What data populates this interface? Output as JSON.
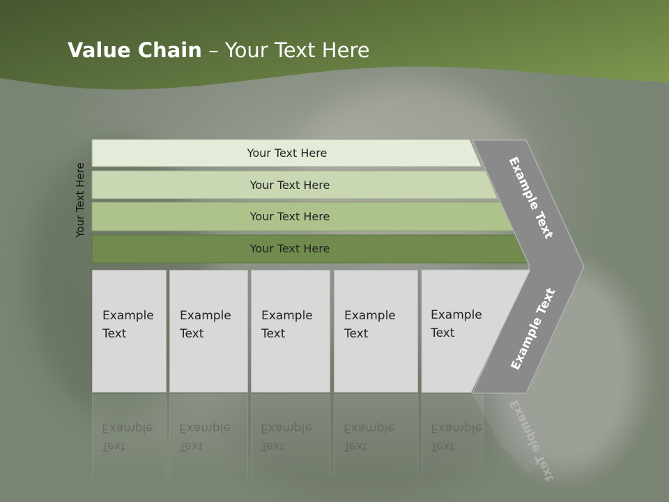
{
  "title": {
    "bold": "Value Chain",
    "rest": " – Your Text Here"
  },
  "axis_label": "Your Text Here",
  "rows": [
    {
      "label": "Your Text Here",
      "color": "#e4ecd9"
    },
    {
      "label": "Your Text Here",
      "color": "#c9d8b3"
    },
    {
      "label": "Your Text Here",
      "color": "#aec38c"
    },
    {
      "label": "Your Text Here",
      "color": "#718b4e"
    }
  ],
  "columns": [
    {
      "line1": "Example",
      "line2": "Text"
    },
    {
      "line1": "Example",
      "line2": "Text"
    },
    {
      "line1": "Example",
      "line2": "Text"
    },
    {
      "line1": "Example",
      "line2": "Text"
    },
    {
      "line1": "Example",
      "line2": "Text"
    }
  ],
  "chevron": {
    "top_text": "Example Text",
    "bottom_text": "Example Text",
    "color": "#8a8a8a"
  },
  "colors": {
    "header": "#5b6e3a",
    "header_light": "#7a9449"
  }
}
